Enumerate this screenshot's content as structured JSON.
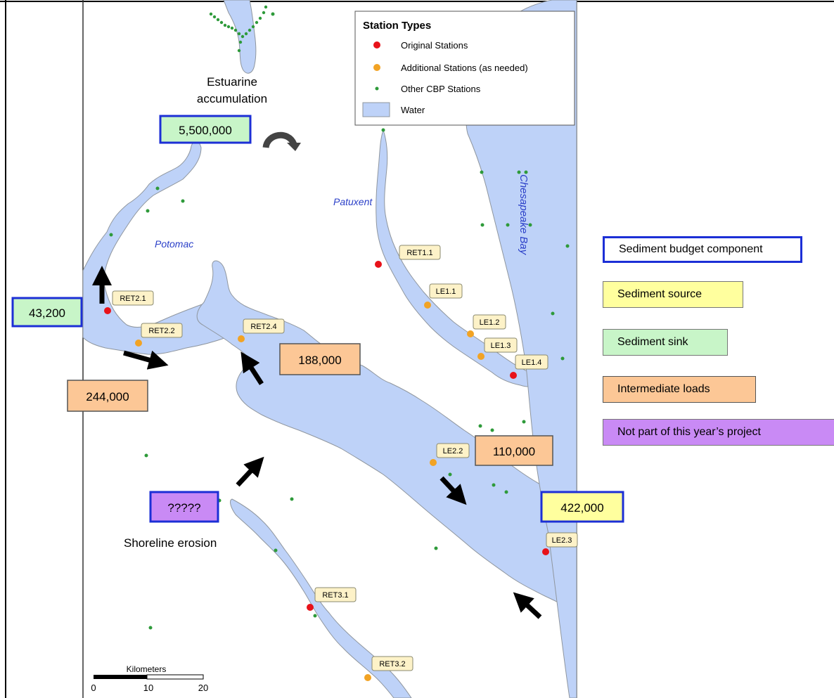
{
  "legend": {
    "title": "Station Types",
    "items": [
      {
        "label": "Original Stations",
        "symbol": "red-dot",
        "color": "#e8121a"
      },
      {
        "label": "Additional  Stations (as needed)",
        "symbol": "orange-dot",
        "color": "#f2a324"
      },
      {
        "label": "Other CBP Stations",
        "symbol": "green-dot",
        "color": "#2e9a3a"
      },
      {
        "label": "Water",
        "symbol": "water-swatch",
        "color": "#bed2f8"
      }
    ]
  },
  "rivers": {
    "potomac": "Potomac",
    "patuxent": "Patuxent",
    "chesapeake": "Chesapeake Bay"
  },
  "stations": [
    {
      "id": "RET1.1",
      "type": "original"
    },
    {
      "id": "LE1.1",
      "type": "additional"
    },
    {
      "id": "LE1.2",
      "type": "additional"
    },
    {
      "id": "LE1.3",
      "type": "additional"
    },
    {
      "id": "LE1.4",
      "type": "original"
    },
    {
      "id": "RET2.1",
      "type": "original"
    },
    {
      "id": "RET2.2",
      "type": "additional"
    },
    {
      "id": "RET2.4",
      "type": "additional"
    },
    {
      "id": "LE2.2",
      "type": "additional"
    },
    {
      "id": "LE2.3",
      "type": "original"
    },
    {
      "id": "RET3.1",
      "type": "original"
    },
    {
      "id": "RET3.2",
      "type": "additional"
    }
  ],
  "budget_values": {
    "estuarine_value": "5,500,000",
    "upper_potomac_value": "43,200",
    "mid_value": "244,000",
    "ret24_value": "188,000",
    "le22_value": "110,000",
    "le23_value": "422,000",
    "shoreline_value": "?????"
  },
  "annotations": {
    "estuarine": "Estuarine accumulation",
    "shoreline": "Shoreline erosion"
  },
  "scale_bar": {
    "title": "Kilometers",
    "ticks": [
      "0",
      "10",
      "20"
    ]
  },
  "key": [
    {
      "label": "Sediment budget component",
      "fill": "#ffffff",
      "border": "#1c2fd6"
    },
    {
      "label": "Sediment source",
      "fill": "#ffff9e",
      "border": "#777777"
    },
    {
      "label": "Sediment sink",
      "fill": "#c8f5c8",
      "border": "#777777"
    },
    {
      "label": "Intermediate loads",
      "fill": "#fcc796",
      "border": "#555555"
    },
    {
      "label": "Not part of this year’s project",
      "fill": "#c98af5",
      "border": "#777777"
    }
  ],
  "colors": {
    "water": "#bed2f8",
    "shoreline": "#9aa0a8",
    "border_blue": "#1c2fd6",
    "label_fill": "#fdf2c8",
    "river_label": "#2a3fc8"
  }
}
